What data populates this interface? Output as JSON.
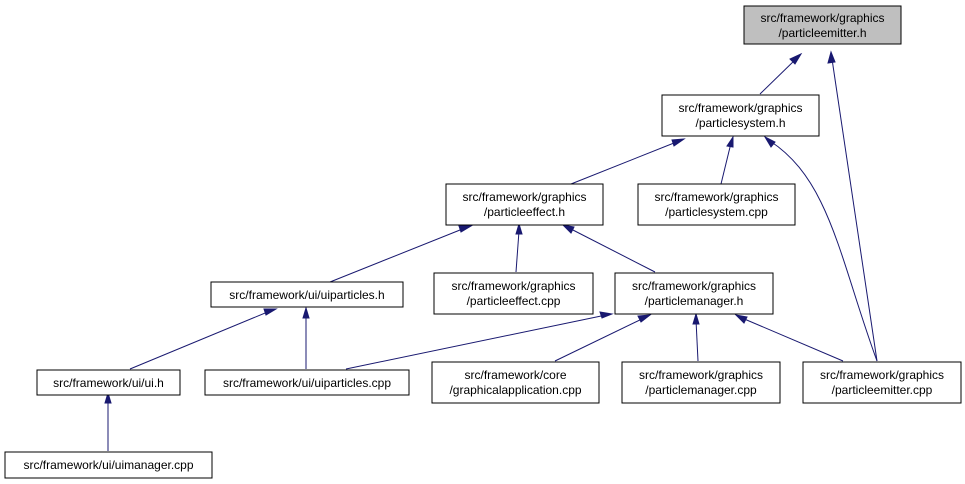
{
  "graph": {
    "nodes": {
      "particleemitter_h": {
        "line1": "src/framework/graphics",
        "line2": "/particleemitter.h",
        "highlighted": true
      },
      "particlesystem_h": {
        "line1": "src/framework/graphics",
        "line2": "/particlesystem.h"
      },
      "particleeffect_h": {
        "line1": "src/framework/graphics",
        "line2": "/particleeffect.h"
      },
      "particlesystem_cpp": {
        "line1": "src/framework/graphics",
        "line2": "/particlesystem.cpp"
      },
      "uiparticles_h": {
        "line1": "src/framework/ui/uiparticles.h"
      },
      "particleeffect_cpp": {
        "line1": "src/framework/graphics",
        "line2": "/particleeffect.cpp"
      },
      "particlemanager_h": {
        "line1": "src/framework/graphics",
        "line2": "/particlemanager.h"
      },
      "ui_h": {
        "line1": "src/framework/ui/ui.h"
      },
      "uiparticles_cpp": {
        "line1": "src/framework/ui/uiparticles.cpp"
      },
      "graphicalapplication_cpp": {
        "line1": "src/framework/core",
        "line2": "/graphicalapplication.cpp"
      },
      "particlemanager_cpp": {
        "line1": "src/framework/graphics",
        "line2": "/particlemanager.cpp"
      },
      "particleemitter_cpp": {
        "line1": "src/framework/graphics",
        "line2": "/particleemitter.cpp"
      },
      "uimanager_cpp": {
        "line1": "src/framework/ui/uimanager.cpp"
      }
    },
    "edges": [
      {
        "from": "particlesystem_h",
        "to": "particleemitter_h"
      },
      {
        "from": "particleemitter_cpp",
        "to": "particleemitter_h"
      },
      {
        "from": "particleeffect_h",
        "to": "particlesystem_h"
      },
      {
        "from": "particlesystem_cpp",
        "to": "particlesystem_h"
      },
      {
        "from": "particleemitter_cpp",
        "to": "particlesystem_h"
      },
      {
        "from": "uiparticles_h",
        "to": "particleeffect_h"
      },
      {
        "from": "particleeffect_cpp",
        "to": "particleeffect_h"
      },
      {
        "from": "particlemanager_h",
        "to": "particleeffect_h"
      },
      {
        "from": "ui_h",
        "to": "uiparticles_h"
      },
      {
        "from": "uiparticles_cpp",
        "to": "uiparticles_h"
      },
      {
        "from": "uiparticles_cpp",
        "to": "particlemanager_h"
      },
      {
        "from": "graphicalapplication_cpp",
        "to": "particlemanager_h"
      },
      {
        "from": "particlemanager_cpp",
        "to": "particlemanager_h"
      },
      {
        "from": "particleemitter_cpp",
        "to": "particlemanager_h"
      },
      {
        "from": "uimanager_cpp",
        "to": "ui_h"
      }
    ],
    "colors": {
      "edge": "#191970",
      "highlighted_fill": "#bfbfbf",
      "node_fill": "#ffffff",
      "node_border": "#000000"
    }
  }
}
